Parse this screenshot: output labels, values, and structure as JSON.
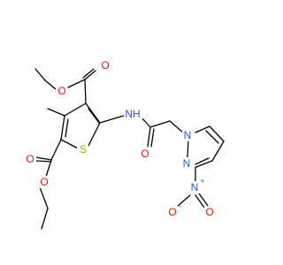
{
  "colors": {
    "carbon_bond": "#000000",
    "oxygen": "#ff0d0d",
    "nitrogen": "#3050f8",
    "sulfur": "#b2a600"
  },
  "atoms": {
    "o_ester_top_carbonyl": "O",
    "o_ester_top_ether": "O",
    "nh": "NH",
    "s_ring": "S",
    "o_amide": "O",
    "o_ester_bottom_carbonyl": "O",
    "o_ester_bottom_ether": "O",
    "n_pyrazole_1": "N",
    "n_pyrazole_2": "N",
    "n_nitro": "N",
    "n_nitro_charge": "+",
    "o_nitro_1": "O",
    "o_nitro_1_charge": "−",
    "o_nitro_2": "O"
  }
}
